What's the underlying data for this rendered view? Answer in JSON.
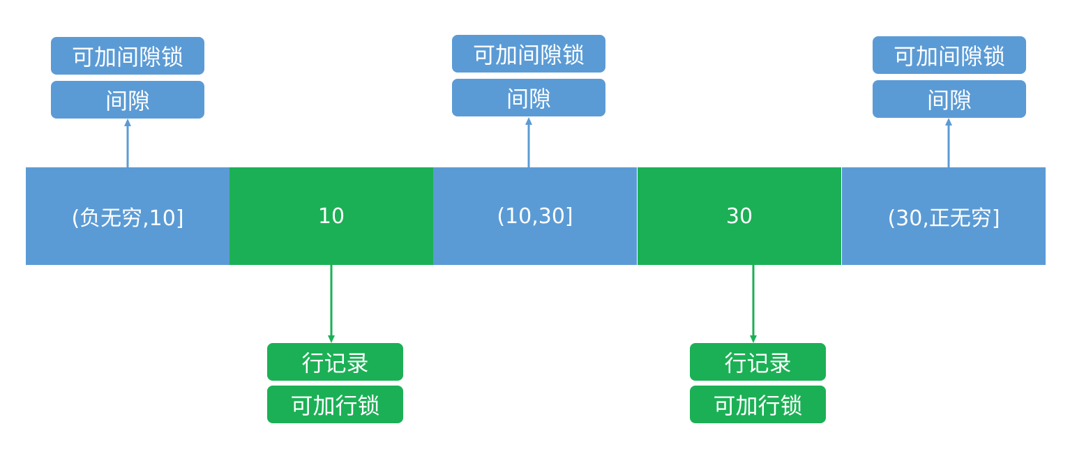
{
  "segments": [
    {
      "label": "(负无穷,10]",
      "kind": "gap"
    },
    {
      "label": "10",
      "kind": "record"
    },
    {
      "label": "(10,30]",
      "kind": "gap"
    },
    {
      "label": "30",
      "kind": "record"
    },
    {
      "label": "(30,正无穷]",
      "kind": "gap"
    }
  ],
  "gap_labels": [
    {
      "title": "间隙",
      "lock": "可加间隙锁"
    },
    {
      "title": "间隙",
      "lock": "可加间隙锁"
    },
    {
      "title": "间隙",
      "lock": "可加间隙锁"
    }
  ],
  "record_labels": [
    {
      "title": "行记录",
      "lock": "可加行锁"
    },
    {
      "title": "行记录",
      "lock": "可加行锁"
    }
  ],
  "colors": {
    "gap": "#5b9bd5",
    "record": "#1bb055"
  }
}
